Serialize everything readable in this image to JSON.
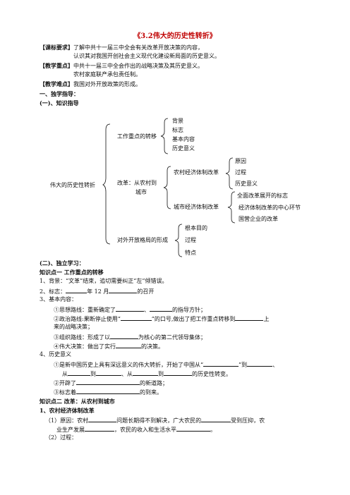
{
  "title": "《3.2伟大的历史性转折》",
  "requirements": {
    "label": "【课标要求】",
    "line1": "了解中共十一届三中全会有关改革开放决策的内容，",
    "line2": "认识其对我国开创社会主义现代化建设新局面的历史意义。"
  },
  "key_points": {
    "label": "【教学重点】",
    "line1": "中共十一届三中全会作出的战略决策及其历史意义。",
    "line2": "农村家庭联产承包责任制。"
  },
  "difficult": {
    "label": "【教学难点】",
    "text": "我国对外开放政策的形成。"
  },
  "section1": "一、独学指导：",
  "section1_sub": "(一)、知识指导",
  "diagram": {
    "root": "伟大的历史性转折",
    "b1": "工作重点的转移",
    "b1_items": [
      "背景",
      "标志",
      "基本内容",
      "历史意义"
    ],
    "b2_line1": "改革：从农村到",
    "b2_line2": "城市",
    "b2a": "农村经济体制改革",
    "b2a_items": [
      "原因",
      "过程",
      "历史意义"
    ],
    "b2b": "城市经济体制改革",
    "b2b_items": [
      "全面改革展开的标志",
      "经济体制改革的中心环节",
      "国营企业的改革"
    ],
    "b3": "对外开放格局的形成",
    "b3_items": [
      "根本目的",
      "过程",
      "特点"
    ]
  },
  "section2": "(二)、独立学习：",
  "kp1": {
    "title": "知识点一    工作重点的转移",
    "l1": "1、背景：“文革”结束，追切需要纠正“左”倾错误。",
    "l2a": "2、标志：",
    "l2b": "年 12 月",
    "l2c": "的召开",
    "l3": "3、基本内容：",
    "l4a": "①思想路线：重新确定了",
    "l4b": "、",
    "l4c": "的指导方针；",
    "l5a": "②政治路线:果断停止使用“",
    "l5b": "”的口号,做出了把工作重点转移到",
    "l5c": "上",
    "l6": "来的战略决策；",
    "l7a": "③组织路线：形成了以",
    "l7b": "为核心的第二代领导集体；",
    "l8a": "④伟大决策：做出了实行",
    "l8b": "的决策。",
    "l9": "4、历史意义",
    "l10a": "①是新中国历史上具有深远意义的伟大转折，开始了中国从“",
    "l10b": "”到",
    "l10c": "、",
    "l11a": "从",
    "l11b": "到",
    "l11c": "、从",
    "l11d": "到",
    "l11e": "的历史性转变。",
    "l12a": "②开辟了",
    "l12b": "的新道路；",
    "l13a": "③标志着",
    "l13b": "的到来。"
  },
  "kp2": {
    "title": "知识点二  改革：从农村到城市",
    "sub": "1、农村经济体制改革",
    "l1a": "（1）原因：农村",
    "l1b": "问题长期得不到解决，广大农民的",
    "l1c": "受到压抑，农",
    "l2a": "业生产发展",
    "l2b": "，农民的收入和生活水平",
    "l2c": "。",
    "l3": "（2）过程："
  }
}
